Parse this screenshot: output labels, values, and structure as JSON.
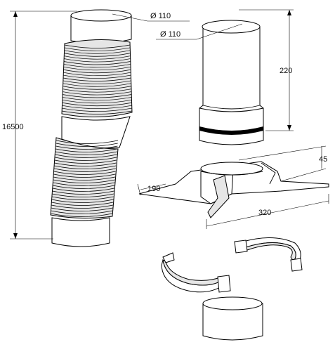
{
  "dimensions": {
    "pipe_diameter_top": "Ø 110",
    "adapter_diameter": "Ø 110",
    "adapter_height": "220",
    "total_length": "16500",
    "flange_height": "45",
    "flange_side": "190",
    "flange_width": "320"
  }
}
